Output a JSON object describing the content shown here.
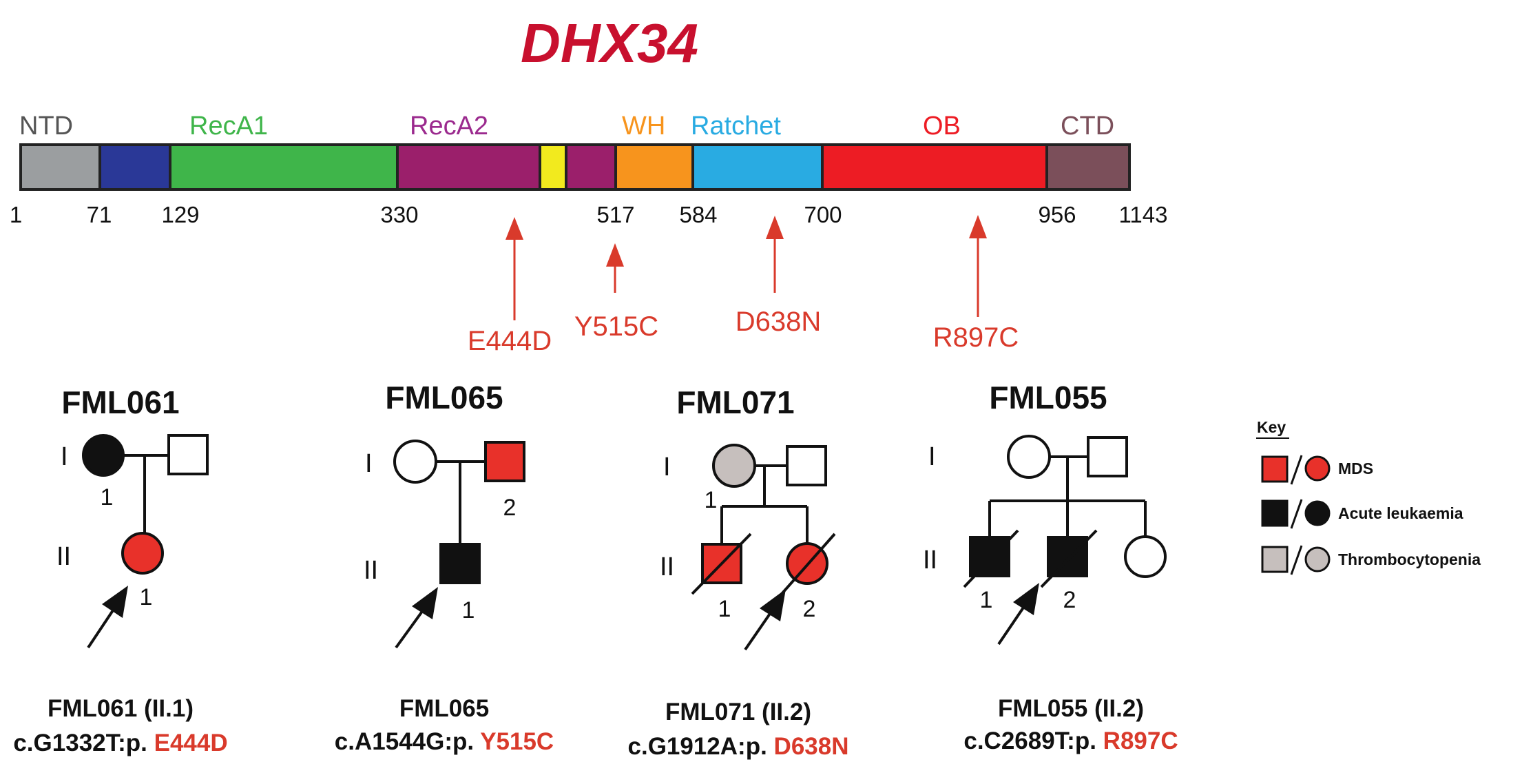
{
  "title": "DHX34",
  "colors": {
    "title": "#c8102e",
    "mutation": "#d93a2b",
    "mds": "#e8312a",
    "leukaemia": "#111111",
    "thrombocytopenia": "#c6bfbd",
    "unaffected": "#ffffff"
  },
  "domains": [
    {
      "label": "NTD",
      "color": "#9b9ea0",
      "label_color": "#555555"
    },
    {
      "label": "",
      "color": "#2a3897"
    },
    {
      "label": "RecA1",
      "color": "#3fb54a",
      "label_color": "#3fb54a"
    },
    {
      "label": "RecA2",
      "color": "#9b1f6b",
      "label_color": "#9b2a8e"
    },
    {
      "label": "",
      "color": "#f2ea1e"
    },
    {
      "label": "",
      "color": "#9b1f6b"
    },
    {
      "label": "WH",
      "color": "#f7941d",
      "label_color": "#f7941d"
    },
    {
      "label": "Ratchet",
      "color": "#29abe2",
      "label_color": "#29abe2"
    },
    {
      "label": "OB",
      "color": "#ed1c24",
      "label_color": "#ed1c24"
    },
    {
      "label": "CTD",
      "color": "#7b4f5a",
      "label_color": "#7b4f5a"
    }
  ],
  "position_labels": [
    "1",
    "71",
    "129",
    "330",
    "517",
    "584",
    "700",
    "956",
    "1143"
  ],
  "mutations": [
    "E444D",
    "Y515C",
    "D638N",
    "R897C"
  ],
  "families": [
    {
      "id": "FML061",
      "gen_I": "I",
      "gen_II": "II",
      "numbers": [
        "1",
        "1"
      ],
      "caption_line1": "FML061 (II.1)",
      "caption_prefix": "c.G1332T:p. ",
      "caption_mut": "E444D"
    },
    {
      "id": "FML065",
      "gen_I": "I",
      "gen_II": "II",
      "numbers": [
        "2",
        "1"
      ],
      "caption_line1": "FML065",
      "caption_prefix": "c.A1544G:p. ",
      "caption_mut": "Y515C"
    },
    {
      "id": "FML071",
      "gen_I": "I",
      "gen_II": "II",
      "numbers": [
        "1",
        "1",
        "2"
      ],
      "caption_line1": "FML071 (II.2)",
      "caption_prefix": "c.G1912A:p. ",
      "caption_mut": "D638N"
    },
    {
      "id": "FML055",
      "gen_I": "I",
      "gen_II": "II",
      "numbers": [
        "1",
        "2"
      ],
      "caption_line1": "FML055 (II.2)",
      "caption_prefix": "c.C2689T:p. ",
      "caption_mut": "R897C"
    }
  ],
  "key": {
    "title": "Key",
    "items": [
      "MDS",
      "Acute leukaemia",
      "Thrombocytopenia"
    ]
  }
}
